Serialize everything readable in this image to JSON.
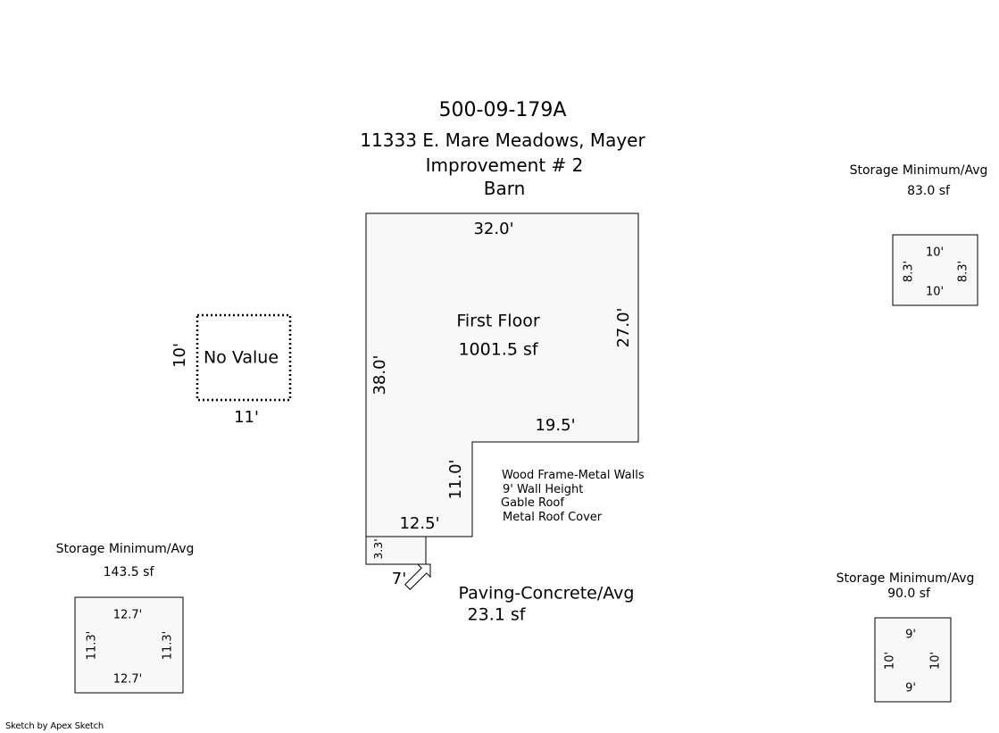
{
  "header": {
    "parcel": "500-09-179A",
    "address": "11333 E. Mare Meadows, Mayer",
    "improvement": "Improvement # 2",
    "building_type": "Barn"
  },
  "main_structure": {
    "name": "First Floor",
    "area": "1001.5 sf",
    "dims": {
      "top": "32.0'",
      "right": "27.0'",
      "left": "38.0'",
      "step_horizontal": "19.5'",
      "step_vertical": "11.0'",
      "bottom": "12.5'"
    },
    "notes": [
      "Wood Frame-Metal Walls",
      "9' Wall Height",
      "Gable Roof",
      "Metal Roof Cover"
    ]
  },
  "paving": {
    "label": "Paving-Concrete/Avg",
    "area": "23.1 sf",
    "dims": {
      "height": "3.3'",
      "width": "7'"
    }
  },
  "no_value_area": {
    "label": "No Value",
    "dims": {
      "height": "10'",
      "width": "11'"
    }
  },
  "storage_top_right": {
    "label": "Storage Minimum/Avg",
    "area": "83.0 sf",
    "dims": {
      "top": "10'",
      "bottom": "10'",
      "left": "8.3'",
      "right": "8.3'"
    }
  },
  "storage_bottom_left": {
    "label": "Storage Minimum/Avg",
    "area": "143.5 sf",
    "dims": {
      "top": "12.7'",
      "bottom": "12.7'",
      "left": "11.3'",
      "right": "11.3'"
    }
  },
  "storage_bottom_right": {
    "label": "Storage Minimum/Avg",
    "area": "90.0 sf",
    "dims": {
      "top": "9'",
      "bottom": "9'",
      "left": "10'",
      "right": "10'"
    }
  },
  "footer": {
    "credit": "Sketch by Apex Sketch"
  }
}
